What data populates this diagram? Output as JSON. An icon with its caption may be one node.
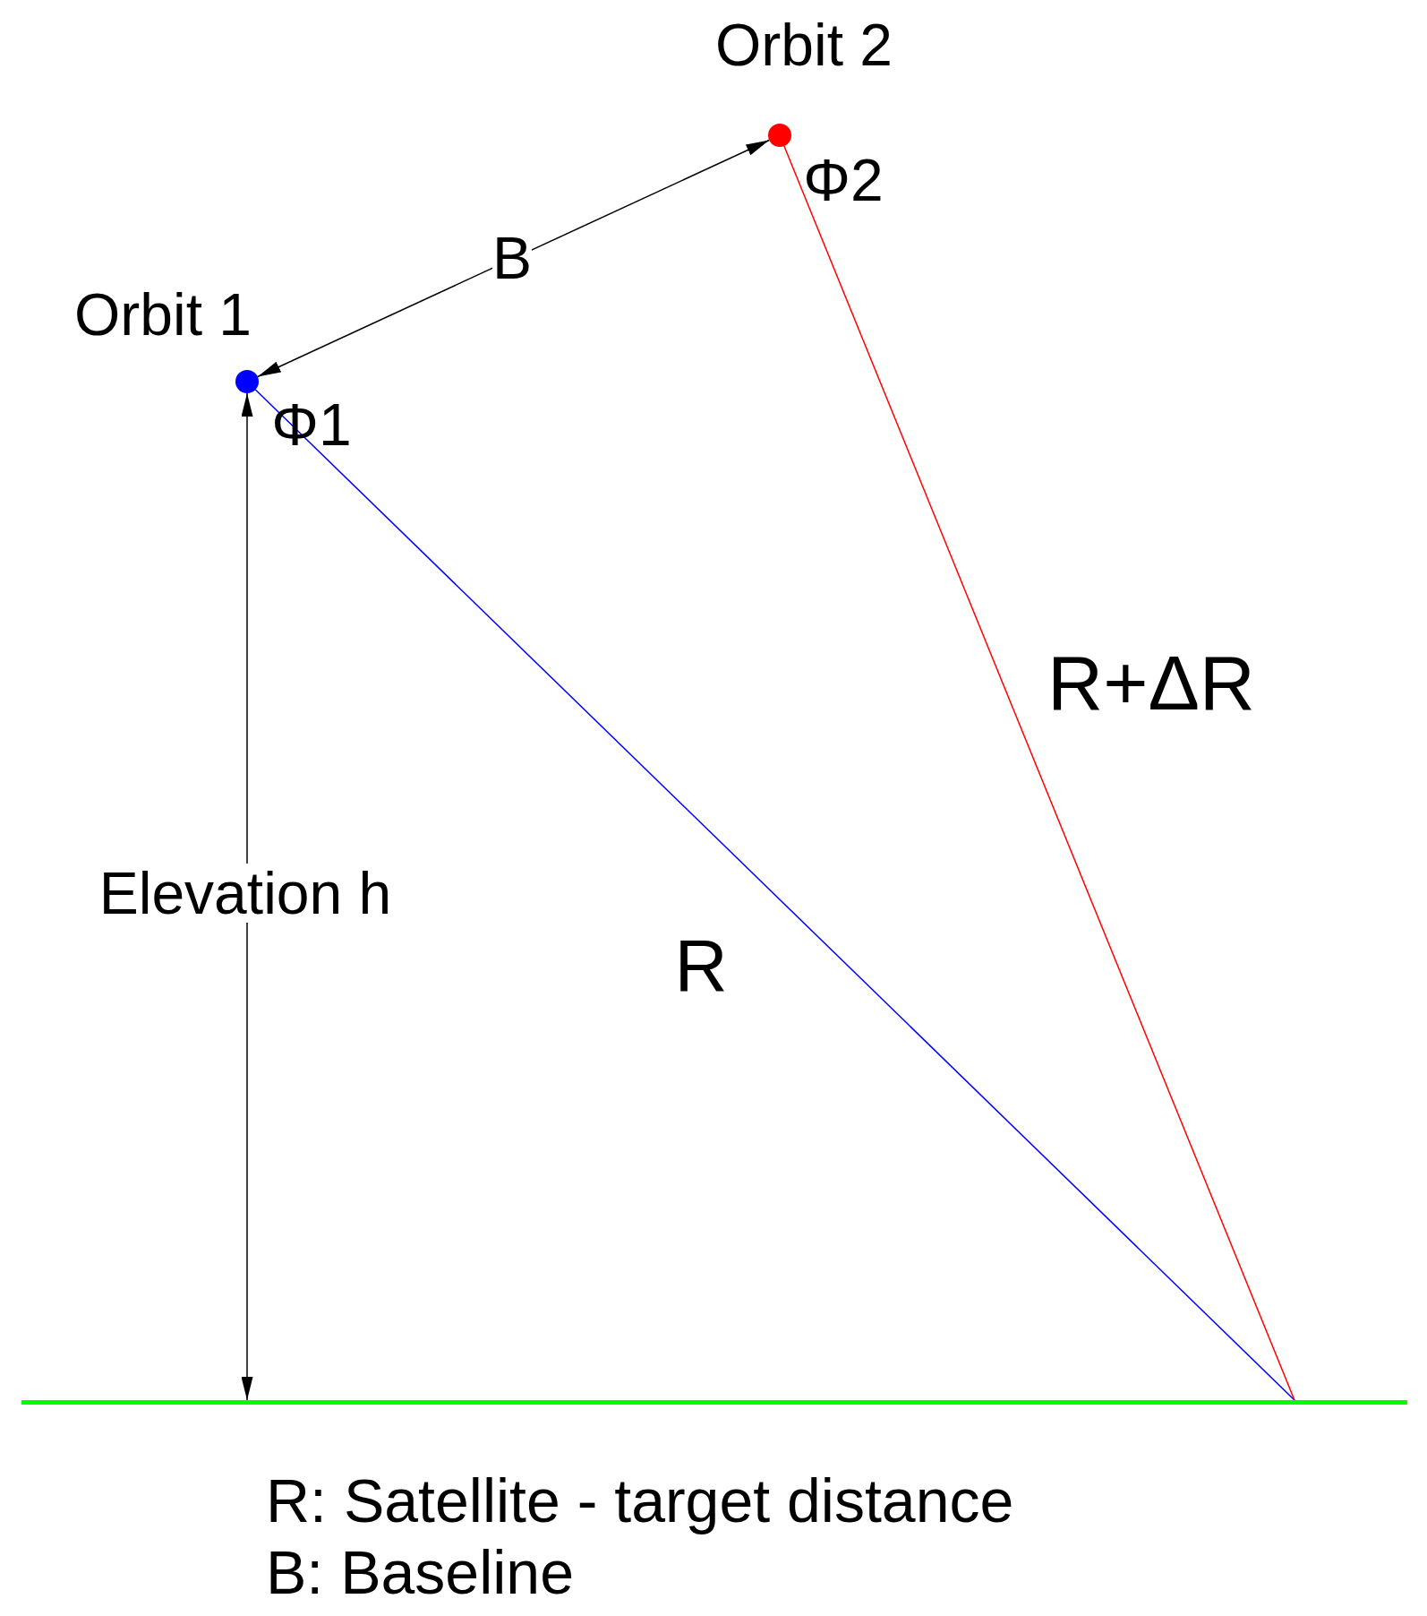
{
  "diagram": {
    "nodes": [
      {
        "text": [
          "Orbit 2"
        ],
        "beside": [
          "Φ2"
        ]
      },
      {
        "text": [
          "Orbit 1"
        ],
        "beside": [
          "Φ1"
        ]
      },
      {
        "text": [],
        "shape": "bar"
      }
    ],
    "edges": [
      {
        "from": 1,
        "to": 0,
        "arrow": "both",
        "label": "B"
      },
      {
        "from": 1,
        "to": 2,
        "arrow": "none",
        "label": "R",
        "color": "#0000ff"
      },
      {
        "from": 0,
        "to": 2,
        "arrow": "none",
        "label": "R+ΔR",
        "color": "#ff0000"
      },
      {
        "from": 1,
        "to": 2,
        "arrow": "both",
        "label": "Elevation h"
      }
    ],
    "labels": [
      "R: Satellite - target distance",
      "B: Baseline"
    ]
  }
}
